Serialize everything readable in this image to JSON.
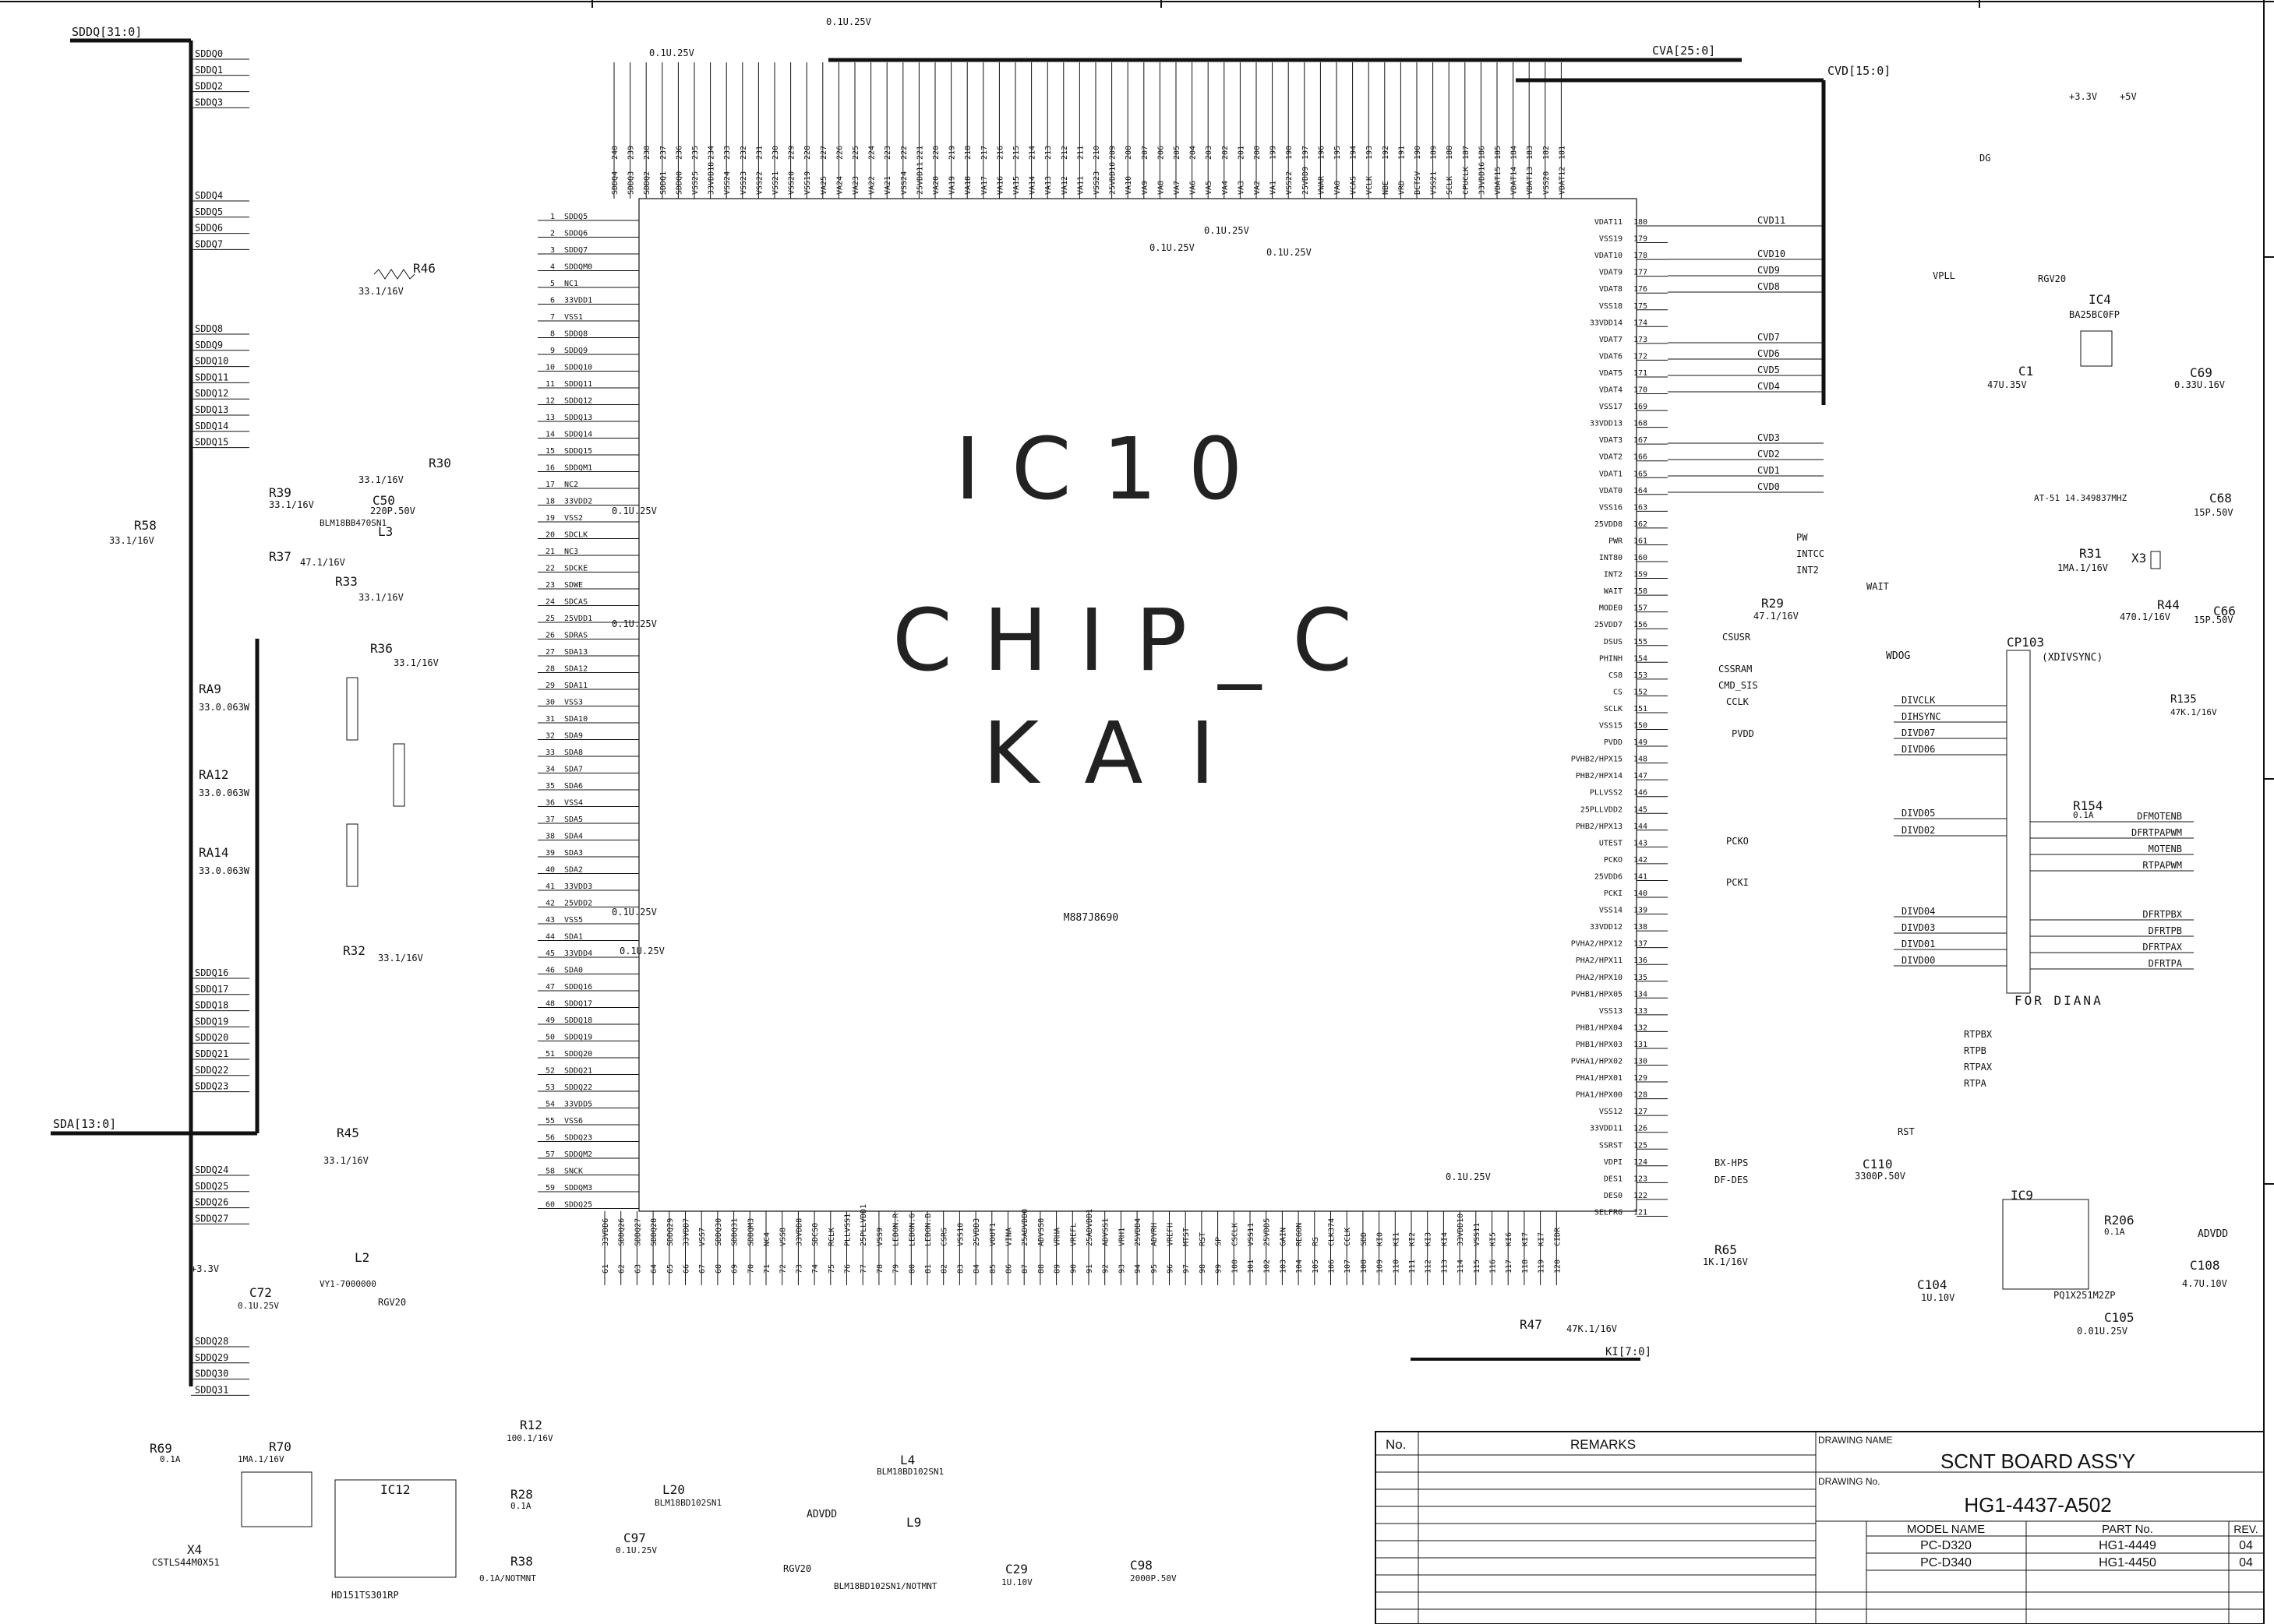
{
  "chip": {
    "ref_line1": "IC10",
    "ref_line2": "CHIP_C",
    "ref_line3": "KAI",
    "marking": "M887J8690"
  },
  "buses": {
    "sddq": "SDDQ[31:0]",
    "sda": "SDA[13:0]",
    "cva": "CVA[25:0]",
    "cvd": "CVD[15:0]",
    "ki": "KI[7:0]"
  },
  "left_pins": [
    {
      "num": "1",
      "name": "SDDQ5"
    },
    {
      "num": "2",
      "name": "SDDQ6"
    },
    {
      "num": "3",
      "name": "SDDQ7"
    },
    {
      "num": "4",
      "name": "SDDQM0"
    },
    {
      "num": "5",
      "name": "NC1"
    },
    {
      "num": "6",
      "name": "33VDD1"
    },
    {
      "num": "7",
      "name": "VSS1"
    },
    {
      "num": "8",
      "name": "SDDQ8"
    },
    {
      "num": "9",
      "name": "SDDQ9"
    },
    {
      "num": "10",
      "name": "SDDQ10"
    },
    {
      "num": "11",
      "name": "SDDQ11"
    },
    {
      "num": "12",
      "name": "SDDQ12"
    },
    {
      "num": "13",
      "name": "SDDQ13"
    },
    {
      "num": "14",
      "name": "SDDQ14"
    },
    {
      "num": "15",
      "name": "SDDQ15"
    },
    {
      "num": "16",
      "name": "SDDQM1"
    },
    {
      "num": "17",
      "name": "NC2"
    },
    {
      "num": "18",
      "name": "33VDD2"
    },
    {
      "num": "19",
      "name": "VSS2"
    },
    {
      "num": "20",
      "name": "SDCLK"
    },
    {
      "num": "21",
      "name": "NC3"
    },
    {
      "num": "22",
      "name": "SDCKE"
    },
    {
      "num": "23",
      "name": "SDWE"
    },
    {
      "num": "24",
      "name": "SDCAS"
    },
    {
      "num": "25",
      "name": "25VDD1"
    },
    {
      "num": "26",
      "name": "SDRAS"
    },
    {
      "num": "27",
      "name": "SDA13"
    },
    {
      "num": "28",
      "name": "SDA12"
    },
    {
      "num": "29",
      "name": "SDA11"
    },
    {
      "num": "30",
      "name": "VSS3"
    },
    {
      "num": "31",
      "name": "SDA10"
    },
    {
      "num": "32",
      "name": "SDA9"
    },
    {
      "num": "33",
      "name": "SDA8"
    },
    {
      "num": "34",
      "name": "SDA7"
    },
    {
      "num": "35",
      "name": "SDA6"
    },
    {
      "num": "36",
      "name": "VSS4"
    },
    {
      "num": "37",
      "name": "SDA5"
    },
    {
      "num": "38",
      "name": "SDA4"
    },
    {
      "num": "39",
      "name": "SDA3"
    },
    {
      "num": "40",
      "name": "SDA2"
    },
    {
      "num": "41",
      "name": "33VDD3"
    },
    {
      "num": "42",
      "name": "25VDD2"
    },
    {
      "num": "43",
      "name": "VSS5"
    },
    {
      "num": "44",
      "name": "SDA1"
    },
    {
      "num": "45",
      "name": "33VDD4"
    },
    {
      "num": "46",
      "name": "SDA0"
    },
    {
      "num": "47",
      "name": "SDDQ16"
    },
    {
      "num": "48",
      "name": "SDDQ17"
    },
    {
      "num": "49",
      "name": "SDDQ18"
    },
    {
      "num": "50",
      "name": "SDDQ19"
    },
    {
      "num": "51",
      "name": "SDDQ20"
    },
    {
      "num": "52",
      "name": "SDDQ21"
    },
    {
      "num": "53",
      "name": "SDDQ22"
    },
    {
      "num": "54",
      "name": "33VDD5"
    },
    {
      "num": "55",
      "name": "VSS6"
    },
    {
      "num": "56",
      "name": "SDDQ23"
    },
    {
      "num": "57",
      "name": "SDDQM2"
    },
    {
      "num": "58",
      "name": "SNCK"
    },
    {
      "num": "59",
      "name": "SDDQM3"
    },
    {
      "num": "60",
      "name": "SDDQ25"
    }
  ],
  "right_pins": [
    {
      "num": "180",
      "name": "VDAT11"
    },
    {
      "num": "179",
      "name": "VSS19"
    },
    {
      "num": "178",
      "name": "VDAT10"
    },
    {
      "num": "177",
      "name": "VDAT9"
    },
    {
      "num": "176",
      "name": "VDAT8"
    },
    {
      "num": "175",
      "name": "VSS18"
    },
    {
      "num": "174",
      "name": "33VDD14"
    },
    {
      "num": "173",
      "name": "VDAT7"
    },
    {
      "num": "172",
      "name": "VDAT6"
    },
    {
      "num": "171",
      "name": "VDAT5"
    },
    {
      "num": "170",
      "name": "VDAT4"
    },
    {
      "num": "169",
      "name": "VSS17"
    },
    {
      "num": "168",
      "name": "33VDD13"
    },
    {
      "num": "167",
      "name": "VDAT3"
    },
    {
      "num": "166",
      "name": "VDAT2"
    },
    {
      "num": "165",
      "name": "VDAT1"
    },
    {
      "num": "164",
      "name": "VDAT0"
    },
    {
      "num": "163",
      "name": "VSS16"
    },
    {
      "num": "162",
      "name": "25VDD8"
    },
    {
      "num": "161",
      "name": "PWR"
    },
    {
      "num": "160",
      "name": "INT80"
    },
    {
      "num": "159",
      "name": "INT2"
    },
    {
      "num": "158",
      "name": "WAIT"
    },
    {
      "num": "157",
      "name": "MODE0"
    },
    {
      "num": "156",
      "name": "25VDD7"
    },
    {
      "num": "155",
      "name": "DSUS"
    },
    {
      "num": "154",
      "name": "PHINH"
    },
    {
      "num": "153",
      "name": "CS8"
    },
    {
      "num": "152",
      "name": "CS"
    },
    {
      "num": "151",
      "name": "SCLK"
    },
    {
      "num": "150",
      "name": "VSS15"
    },
    {
      "num": "149",
      "name": "PVDD"
    },
    {
      "num": "148",
      "name": "PVHB2/HPX15"
    },
    {
      "num": "147",
      "name": "PHB2/HPX14"
    },
    {
      "num": "146",
      "name": "PLLVSS2"
    },
    {
      "num": "145",
      "name": "25PLLVDD2"
    },
    {
      "num": "144",
      "name": "PHB2/HPX13"
    },
    {
      "num": "143",
      "name": "UTEST"
    },
    {
      "num": "142",
      "name": "PCKO"
    },
    {
      "num": "141",
      "name": "25VDD6"
    },
    {
      "num": "140",
      "name": "PCKI"
    },
    {
      "num": "139",
      "name": "VSS14"
    },
    {
      "num": "138",
      "name": "33VDD12"
    },
    {
      "num": "137",
      "name": "PVHA2/HPX12"
    },
    {
      "num": "136",
      "name": "PHA2/HPX11"
    },
    {
      "num": "135",
      "name": "PHA2/HPX10"
    },
    {
      "num": "134",
      "name": "PVHB1/HPX05"
    },
    {
      "num": "133",
      "name": "VSS13"
    },
    {
      "num": "132",
      "name": "PHB1/HPX04"
    },
    {
      "num": "131",
      "name": "PHB1/HPX03"
    },
    {
      "num": "130",
      "name": "PVHA1/HPX02"
    },
    {
      "num": "129",
      "name": "PHA1/HPX01"
    },
    {
      "num": "128",
      "name": "PHA1/HPX00"
    },
    {
      "num": "127",
      "name": "VSS12"
    },
    {
      "num": "126",
      "name": "33VDD11"
    },
    {
      "num": "125",
      "name": "SSRST"
    },
    {
      "num": "124",
      "name": "VDPI"
    },
    {
      "num": "123",
      "name": "DES1"
    },
    {
      "num": "122",
      "name": "DES0"
    },
    {
      "num": "121",
      "name": "SELFRG"
    }
  ],
  "top_pins": [
    {
      "num": "240",
      "name": "SDDQ4"
    },
    {
      "num": "239",
      "name": "SDDQ3"
    },
    {
      "num": "238",
      "name": "SDDQ2"
    },
    {
      "num": "237",
      "name": "SDDQ1"
    },
    {
      "num": "236",
      "name": "SDDQ0"
    },
    {
      "num": "235",
      "name": "VSS25"
    },
    {
      "num": "234",
      "name": "33VDD18"
    },
    {
      "num": "233",
      "name": "VSS24"
    },
    {
      "num": "232",
      "name": "VSS23"
    },
    {
      "num": "231",
      "name": "VSS22"
    },
    {
      "num": "230",
      "name": "VSS21"
    },
    {
      "num": "229",
      "name": "VSS20"
    },
    {
      "num": "228",
      "name": "VSS19"
    },
    {
      "num": "227",
      "name": "VA25"
    },
    {
      "num": "226",
      "name": "VA24"
    },
    {
      "num": "225",
      "name": "VA23"
    },
    {
      "num": "224",
      "name": "VA22"
    },
    {
      "num": "223",
      "name": "VA21"
    },
    {
      "num": "222",
      "name": "VSS24"
    },
    {
      "num": "221",
      "name": "25VDD11"
    },
    {
      "num": "220",
      "name": "VA20"
    },
    {
      "num": "219",
      "name": "VA19"
    },
    {
      "num": "218",
      "name": "VA18"
    },
    {
      "num": "217",
      "name": "VA17"
    },
    {
      "num": "216",
      "name": "VA16"
    },
    {
      "num": "215",
      "name": "VA15"
    },
    {
      "num": "214",
      "name": "VA14"
    },
    {
      "num": "213",
      "name": "VA13"
    },
    {
      "num": "212",
      "name": "VA12"
    },
    {
      "num": "211",
      "name": "VA11"
    },
    {
      "num": "210",
      "name": "VSS23"
    },
    {
      "num": "209",
      "name": "25VDD10"
    },
    {
      "num": "208",
      "name": "VA10"
    },
    {
      "num": "207",
      "name": "VA9"
    },
    {
      "num": "206",
      "name": "VA8"
    },
    {
      "num": "205",
      "name": "VA7"
    },
    {
      "num": "204",
      "name": "VA6"
    },
    {
      "num": "203",
      "name": "VA5"
    },
    {
      "num": "202",
      "name": "VA4"
    },
    {
      "num": "201",
      "name": "VA3"
    },
    {
      "num": "200",
      "name": "VA2"
    },
    {
      "num": "199",
      "name": "VA1"
    },
    {
      "num": "198",
      "name": "VSS22"
    },
    {
      "num": "197",
      "name": "25VDD9"
    },
    {
      "num": "196",
      "name": "VWAR"
    },
    {
      "num": "195",
      "name": "VA0"
    },
    {
      "num": "194",
      "name": "VCAS"
    },
    {
      "num": "193",
      "name": "VCLK"
    },
    {
      "num": "192",
      "name": "NBE"
    },
    {
      "num": "191",
      "name": "VRD"
    },
    {
      "num": "190",
      "name": "BCTSV"
    },
    {
      "num": "189",
      "name": "VSS21"
    },
    {
      "num": "188",
      "name": "SCLK"
    },
    {
      "num": "187",
      "name": "CPUCLK"
    },
    {
      "num": "186",
      "name": "33VDD16"
    },
    {
      "num": "185",
      "name": "VDAT15"
    },
    {
      "num": "184",
      "name": "VDAT14"
    },
    {
      "num": "183",
      "name": "VDAT13"
    },
    {
      "num": "182",
      "name": "VSS20"
    },
    {
      "num": "181",
      "name": "VDAT12"
    }
  ],
  "bottom_pins": [
    {
      "num": "61",
      "name": "33VDD6"
    },
    {
      "num": "62",
      "name": "SDDQ26"
    },
    {
      "num": "63",
      "name": "SDDQ27"
    },
    {
      "num": "64",
      "name": "SDDQ28"
    },
    {
      "num": "65",
      "name": "SDDQ29"
    },
    {
      "num": "66",
      "name": "33VDD7"
    },
    {
      "num": "67",
      "name": "VSS7"
    },
    {
      "num": "68",
      "name": "SDDQ30"
    },
    {
      "num": "69",
      "name": "SDDQ31"
    },
    {
      "num": "70",
      "name": "SDDQM3"
    },
    {
      "num": "71",
      "name": "NC4"
    },
    {
      "num": "72",
      "name": "VSS8"
    },
    {
      "num": "73",
      "name": "33VDD8"
    },
    {
      "num": "74",
      "name": "SDCS0"
    },
    {
      "num": "75",
      "name": "RCLK"
    },
    {
      "num": "76",
      "name": "PLLVSS1"
    },
    {
      "num": "77",
      "name": "25PLLVDD1"
    },
    {
      "num": "78",
      "name": "VSS9"
    },
    {
      "num": "79",
      "name": "LEDON.R"
    },
    {
      "num": "80",
      "name": "LEDON.G"
    },
    {
      "num": "81",
      "name": "LEDON.B"
    },
    {
      "num": "82",
      "name": "CSRS"
    },
    {
      "num": "83",
      "name": "VSS10"
    },
    {
      "num": "84",
      "name": "25VDD3"
    },
    {
      "num": "85",
      "name": "VOUT1"
    },
    {
      "num": "86",
      "name": "VINA"
    },
    {
      "num": "87",
      "name": "25ADVDD0"
    },
    {
      "num": "88",
      "name": "ADVSS0"
    },
    {
      "num": "89",
      "name": "VRHA"
    },
    {
      "num": "90",
      "name": "VREFL"
    },
    {
      "num": "91",
      "name": "25ADVDD1"
    },
    {
      "num": "92",
      "name": "ADVSS1"
    },
    {
      "num": "93",
      "name": "VRH1"
    },
    {
      "num": "94",
      "name": "25VDD4"
    },
    {
      "num": "95",
      "name": "ADVRH"
    },
    {
      "num": "96",
      "name": "VREFH"
    },
    {
      "num": "97",
      "name": "MTST"
    },
    {
      "num": "98",
      "name": "RST"
    },
    {
      "num": "99",
      "name": "SP"
    },
    {
      "num": "100",
      "name": "CSCLK"
    },
    {
      "num": "101",
      "name": "VSS11"
    },
    {
      "num": "102",
      "name": "25VDD5"
    },
    {
      "num": "103",
      "name": "GAIN"
    },
    {
      "num": "104",
      "name": "REGON"
    },
    {
      "num": "105",
      "name": "RS"
    },
    {
      "num": "106",
      "name": "CLK374"
    },
    {
      "num": "107",
      "name": "CCLK"
    },
    {
      "num": "108",
      "name": "SDD"
    },
    {
      "num": "109",
      "name": "KI0"
    },
    {
      "num": "110",
      "name": "KI1"
    },
    {
      "num": "111",
      "name": "KI2"
    },
    {
      "num": "112",
      "name": "KI3"
    },
    {
      "num": "113",
      "name": "KI4"
    },
    {
      "num": "114",
      "name": "33VDD10"
    },
    {
      "num": "115",
      "name": "VSS11"
    },
    {
      "num": "116",
      "name": "KI5"
    },
    {
      "num": "117",
      "name": "KI6"
    },
    {
      "num": "118",
      "name": "KI7"
    },
    {
      "num": "119",
      "name": "KI7"
    },
    {
      "num": "120",
      "name": "CIDR"
    }
  ],
  "left_nets": [
    "SDDQ0",
    "SDDQ1",
    "SDDQ2",
    "SDDQ3",
    "SDDQ4",
    "SDDQ5",
    "SDDQ6",
    "SDDQ7",
    "SDDQ8",
    "SDDQ9",
    "SDDQ10",
    "SDDQ11",
    "SDDQ12",
    "SDDQ13",
    "SDDQ14",
    "SDDQ15",
    "SDDQ16",
    "SDDQ17",
    "SDDQ18",
    "SDDQ19",
    "SDDQ20",
    "SDDQ21",
    "SDDQ22",
    "SDDQ23",
    "SDDQ24",
    "SDDQ25",
    "SDDQ26",
    "SDDQ27",
    "SDDQ28",
    "SDDQ29",
    "SDDQ30",
    "SDDQ31"
  ],
  "right_nets": [
    "CVD11",
    "CVD10",
    "CVD9",
    "CVD8",
    "CVD7",
    "CVD6",
    "CVD5",
    "CVD4",
    "CVD3",
    "CVD2",
    "CVD1",
    "CVD0"
  ],
  "right_signals": [
    "PW",
    "INTCC",
    "INT2",
    "WAIT",
    "CSUSR",
    "CSSRAM",
    "CMD_SIS",
    "CCLK",
    "PVDD",
    "PCKO",
    "PCKI",
    "RTPBX",
    "RTPB",
    "RTPAX",
    "RTPA",
    "RST",
    "BX-HPS",
    "DF-DES"
  ],
  "components": {
    "R58": {
      "ref": "R58",
      "value": "33.1/16V"
    },
    "R46": {
      "ref": "R46",
      "value": "33.1/16V"
    },
    "R39": {
      "ref": "R39",
      "value": "33.1/16V"
    },
    "R37": {
      "ref": "R37",
      "value": "47.1/16V"
    },
    "R33": {
      "ref": "R33",
      "value": "33.1/16V"
    },
    "R30": {
      "ref": "R30",
      "value": "33.1/16V"
    },
    "R36": {
      "ref": "R36",
      "value": "33.1/16V"
    },
    "R45": {
      "ref": "R45",
      "value": "33.1/16V"
    },
    "R32": {
      "ref": "R32",
      "value": "33.1/16V"
    },
    "RA9": {
      "ref": "RA9",
      "value": "33.0.063W"
    },
    "RA12": {
      "ref": "RA12",
      "value": "33.0.063W"
    },
    "RA14": {
      "ref": "RA14",
      "value": "33.0.063W"
    },
    "C50": {
      "ref": "C50",
      "value": "220P.50V"
    },
    "L3": {
      "ref": "L3",
      "value": "BLM18BB470SN1"
    },
    "IC4": {
      "ref": "IC4",
      "value": "BA25BC0FP"
    },
    "C1": {
      "ref": "C1",
      "value": "47U.35V"
    },
    "C69": {
      "ref": "C69",
      "value": "0.33U.16V"
    },
    "X3": {
      "ref": "X3",
      "value": "AT-51 14.349837MHZ"
    },
    "C68": {
      "ref": "C68",
      "value": "15P.50V"
    },
    "C66": {
      "ref": "C66",
      "value": "15P.50V"
    },
    "R31": {
      "ref": "R31",
      "value": "1MA.1/16V"
    },
    "R44": {
      "ref": "R44",
      "value": "470.1/16V"
    },
    "R29": {
      "ref": "R29",
      "value": "47.1/16V"
    },
    "IC9": {
      "ref": "IC9",
      "value": "PQ1X251M2ZP"
    },
    "R206": {
      "ref": "R206",
      "value": "0.1A"
    },
    "C108": {
      "ref": "C108",
      "value": "4.7U.10V"
    },
    "C105": {
      "ref": "C105",
      "value": "0.01U.25V"
    },
    "C104": {
      "ref": "C104",
      "value": "1U.10V"
    },
    "C110": {
      "ref": "C110",
      "value": "3300P.50V"
    },
    "R65": {
      "ref": "R65",
      "value": "1K.1/16V"
    },
    "R47": {
      "ref": "R47",
      "value": "47K.1/16V"
    },
    "L2": {
      "ref": "L2",
      "value": "VY1-7000000"
    },
    "C72": {
      "ref": "C72",
      "value": "0.1U.25V"
    },
    "X4": {
      "ref": "X4",
      "value": "CSTLS44M0X51"
    },
    "IC12": {
      "ref": "IC12",
      "value": "HD151TS301RP"
    },
    "R12": {
      "ref": "R12",
      "value": "100.1/16V"
    },
    "R69": {
      "ref": "R69",
      "value": "0.1A"
    },
    "R70": {
      "ref": "R70",
      "value": "1MA.1/16V"
    },
    "R28": {
      "ref": "R28",
      "value": "0.1A"
    },
    "R38": {
      "ref": "R38",
      "value": "0.1A/NOTMNT"
    },
    "L20": {
      "ref": "L20",
      "value": "BLM18BD102SN1"
    },
    "C97": {
      "ref": "C97",
      "value": "0.1U.25V"
    },
    "L4": {
      "ref": "L4",
      "value": "BLM18BD102SN1"
    },
    "L9": {
      "ref": "L9",
      "value": "BLM18BD102SN1/NOTMNT"
    },
    "C29": {
      "ref": "C29",
      "value": "1U.10V"
    },
    "C98": {
      "ref": "C98",
      "value": "2000P.50V"
    },
    "R154": {
      "ref": "R154",
      "value": "0.1A"
    },
    "R135": {
      "ref": "R135",
      "value": "47K.1/16V"
    }
  },
  "connector": {
    "ref": "CP103",
    "sub": "(XDIVSYNC)",
    "label": "FOR DIANA",
    "signals_left": [
      "DIVCLK",
      "DIHSYNC",
      "DIVD07",
      "DIVD06",
      "DIVD05",
      "DIVD02",
      "DIVD04",
      "DIVD03",
      "DIVD01",
      "DIVD00"
    ],
    "signals_right": [
      "DFMOTENB",
      "DFRTPAPWM",
      "MOTENB",
      "RTPAPWM",
      "DFRTPBX",
      "DFRTPB",
      "DFRTPAX",
      "DFRTPA"
    ],
    "wdog": "WDOG"
  },
  "misc": {
    "cap_value": "0.1U.25V",
    "rgv20": "RGV20",
    "p33": "+3.3V",
    "p5": "+5V",
    "vpll": "VPLL",
    "advdd": "ADVDD",
    "dg": "DG"
  },
  "title_block": {
    "no_header": "No.",
    "remarks_header": "REMARKS",
    "drawing_name_label": "DRAWING NAME",
    "drawing_name": "SCNT BOARD ASS'Y",
    "drawing_no_label": "DRAWING No.",
    "drawing_no": "HG1-4437-A502",
    "model_header": "MODEL NAME",
    "part_header": "PART No.",
    "rev_header": "REV.",
    "rows": [
      {
        "model": "PC-D320",
        "part": "HG1-4449",
        "rev": "04"
      },
      {
        "model": "PC-D340",
        "part": "HG1-4450",
        "rev": "04"
      }
    ]
  }
}
